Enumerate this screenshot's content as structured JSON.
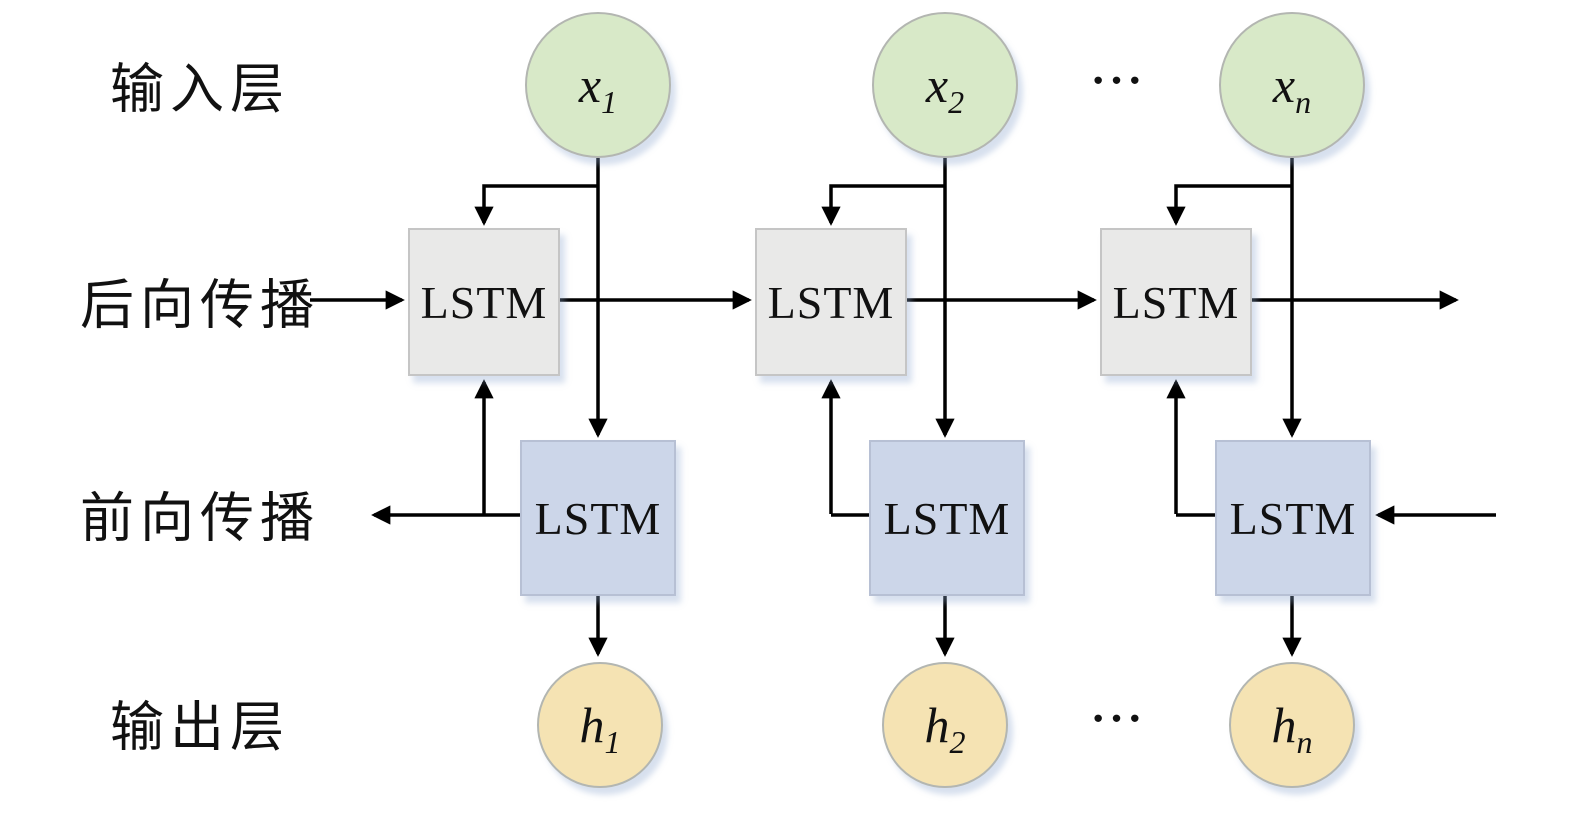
{
  "diagram": {
    "row_labels": {
      "input": "输入层",
      "backward": "后向传播",
      "forward": "前向传播",
      "output": "输出层"
    },
    "input_nodes": [
      {
        "base": "x",
        "sub": "1"
      },
      {
        "base": "x",
        "sub": "2"
      },
      {
        "base": "x",
        "sub": "n"
      }
    ],
    "output_nodes": [
      {
        "base": "h",
        "sub": "1"
      },
      {
        "base": "h",
        "sub": "2"
      },
      {
        "base": "h",
        "sub": "n"
      }
    ],
    "backward_cells": [
      {
        "label": "LSTM"
      },
      {
        "label": "LSTM"
      },
      {
        "label": "LSTM"
      }
    ],
    "forward_cells": [
      {
        "label": "LSTM"
      },
      {
        "label": "LSTM"
      },
      {
        "label": "LSTM"
      }
    ],
    "ellipsis_top": "···",
    "ellipsis_bottom": "···",
    "colors": {
      "input_fill": "#d8e9c8",
      "output_fill": "#f5e3b3",
      "backward_fill": "#e9e9e8",
      "forward_fill": "#ccd6e9",
      "stroke": "#b3b6b1",
      "backward_border": "#c5c5c5",
      "forward_border": "#b7c0d4",
      "line": "#000000"
    }
  }
}
